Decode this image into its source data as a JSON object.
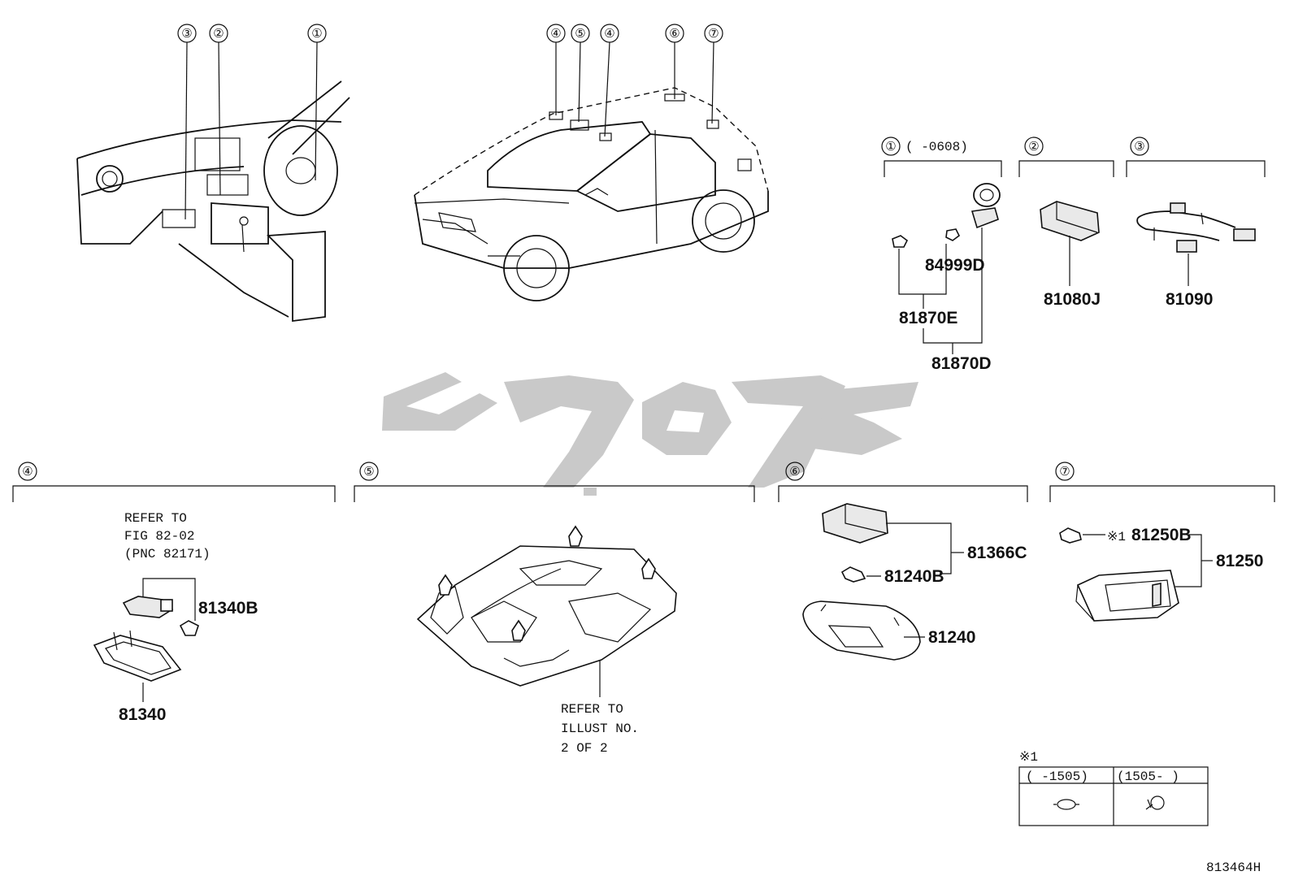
{
  "callout_numbers": [
    "①",
    "②",
    "③",
    "④",
    "⑤",
    "⑥",
    "⑦"
  ],
  "group1_range": "(    -0608)",
  "parts": {
    "p84999D": "84999D",
    "p81870E": "81870E",
    "p81870D": "81870D",
    "p81080J": "81080J",
    "p81090": "81090",
    "p81340B": "81340B",
    "p81340": "81340",
    "p81366C": "81366C",
    "p81240B": "81240B",
    "p81240": "81240",
    "p81250B": "81250B",
    "p81250": "81250"
  },
  "notes": {
    "refer_fig_1": "REFER TO",
    "refer_fig_2": "FIG 82-02",
    "refer_fig_3": "(PNC 82171)",
    "refer_illust_1": "REFER TO",
    "refer_illust_2": "ILLUST NO.",
    "refer_illust_3": "2 OF 2"
  },
  "remark": {
    "mark": "※1",
    "col1": "(    -1505)",
    "col2": "(1505-    )"
  },
  "illustration_id": "813464H",
  "colors": {
    "line": "#111111",
    "watermark": "#c9c9c9",
    "background": "#ffffff"
  }
}
